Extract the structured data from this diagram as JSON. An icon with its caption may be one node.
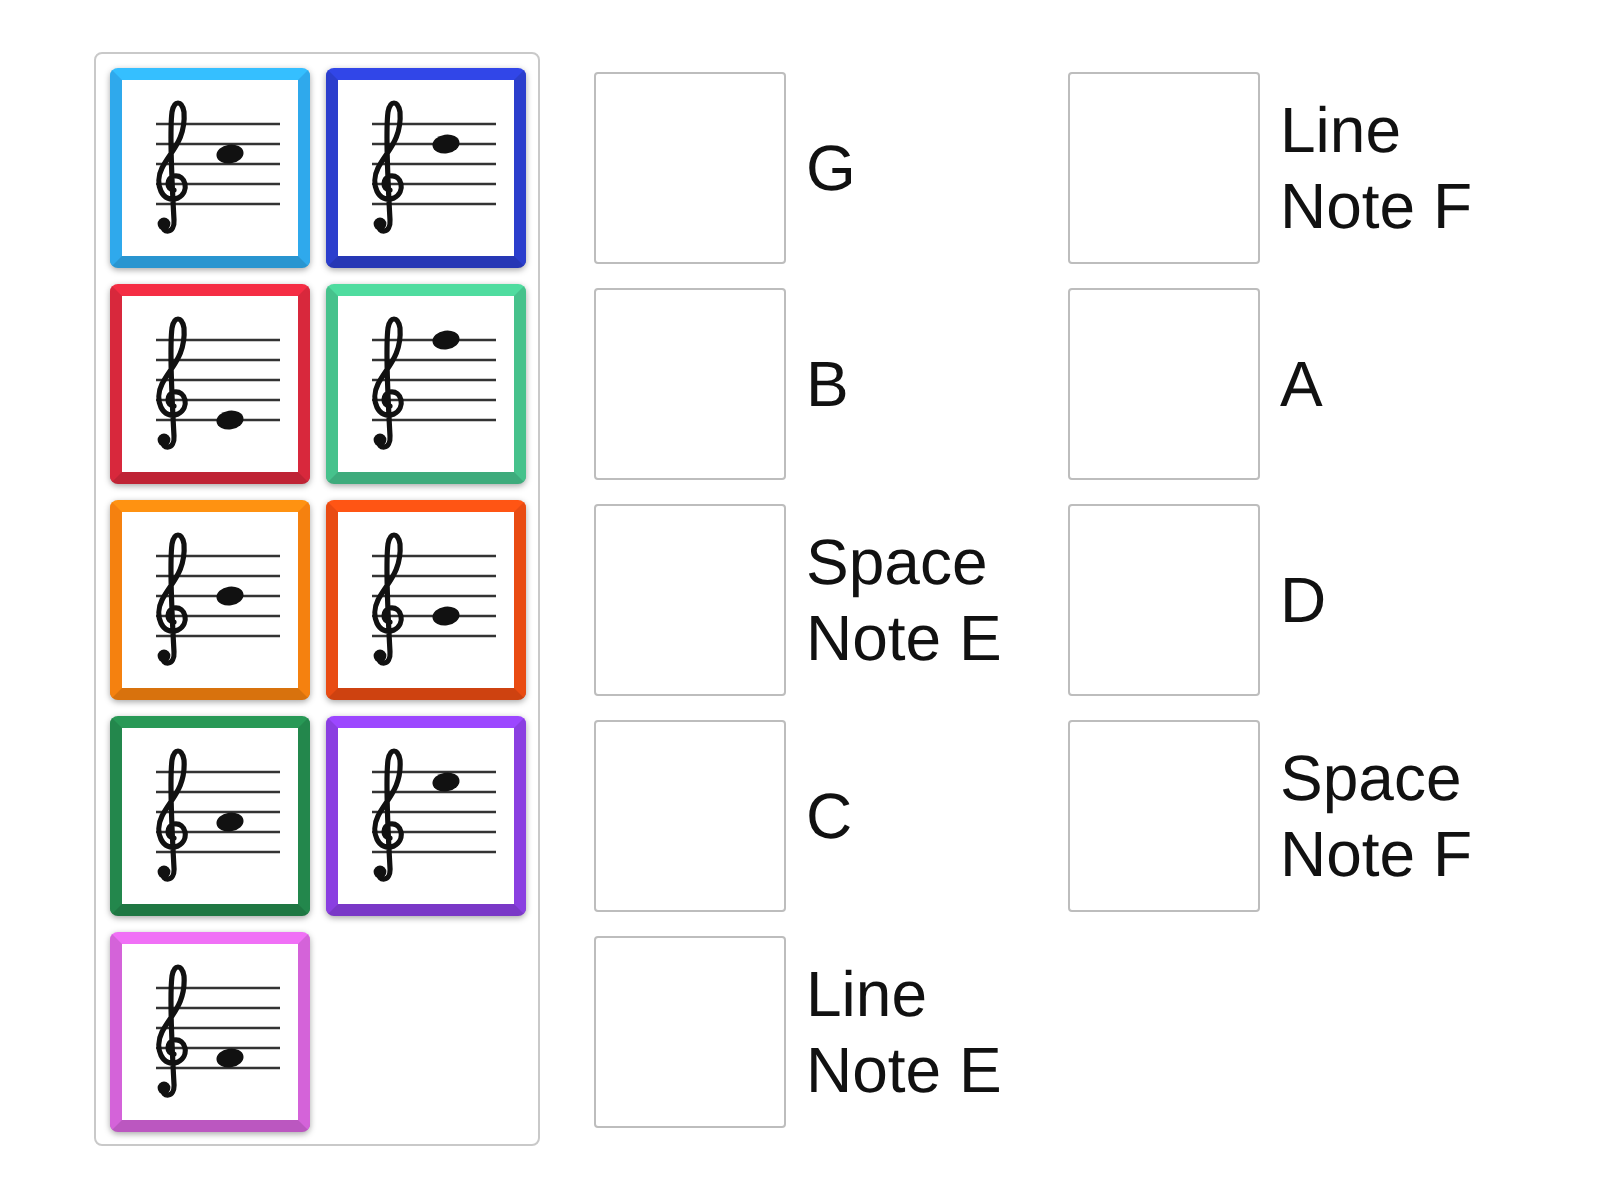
{
  "diagram": {
    "nodes": [
      {
        "text": [],
        "shape": "box"
      },
      {
        "text": [],
        "shape": "picture",
        "in": 0
      },
      {
        "text": [],
        "shape": "picture",
        "in": 0
      },
      {
        "text": [],
        "shape": "picture",
        "in": 0
      },
      {
        "text": [],
        "shape": "picture",
        "in": 0
      },
      {
        "text": [],
        "shape": "picture",
        "in": 0
      },
      {
        "text": [],
        "shape": "picture",
        "in": 0
      },
      {
        "text": [],
        "shape": "picture",
        "in": 0
      },
      {
        "text": [],
        "shape": "picture",
        "in": 0
      },
      {
        "text": [],
        "shape": "picture",
        "in": 0
      },
      {
        "text": [],
        "shape": "box",
        "beside": [
          "G"
        ]
      },
      {
        "text": [],
        "shape": "box",
        "beside": [
          "Line Note F"
        ]
      },
      {
        "text": [],
        "shape": "box",
        "beside": [
          "B"
        ]
      },
      {
        "text": [],
        "shape": "box",
        "beside": [
          "A"
        ]
      },
      {
        "text": [],
        "shape": "box",
        "beside": [
          "Space Note E"
        ]
      },
      {
        "text": [],
        "shape": "box",
        "beside": [
          "D"
        ]
      },
      {
        "text": [],
        "shape": "box",
        "beside": [
          "C"
        ]
      },
      {
        "text": [],
        "shape": "box",
        "beside": [
          "Space Note F"
        ]
      },
      {
        "text": [],
        "shape": "box",
        "beside": [
          "Line Note E"
        ]
      }
    ]
  }
}
